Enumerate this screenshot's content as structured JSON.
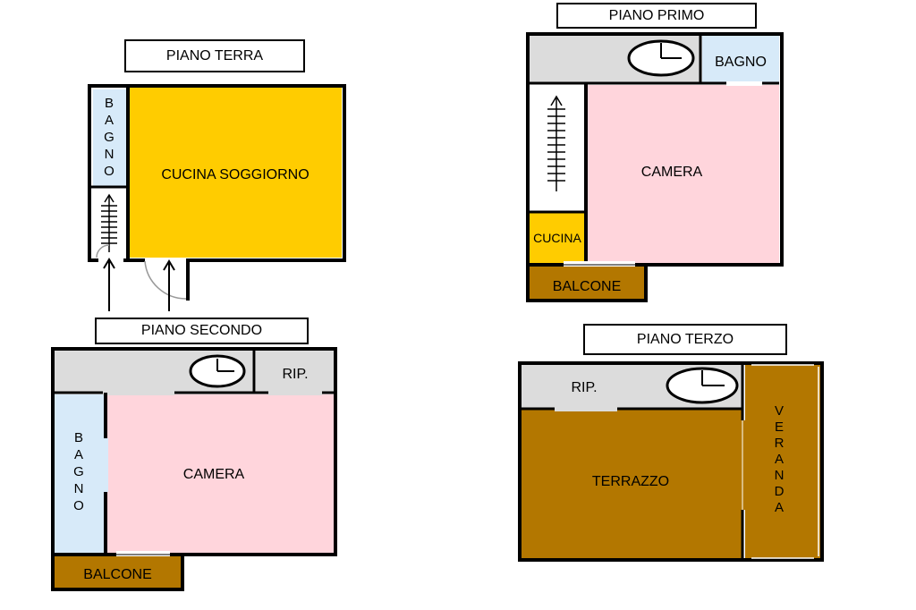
{
  "floors": {
    "terra": {
      "label": "PIANO TERRA",
      "rooms": {
        "bagno": "BAGNO",
        "cucina_soggiorno": "CUCINA SOGGIORNO"
      }
    },
    "primo": {
      "label": "PIANO PRIMO",
      "rooms": {
        "bagno": "BAGNO",
        "camera": "CAMERA",
        "cucina": "CUCINA",
        "balcone": "BALCONE"
      }
    },
    "secondo": {
      "label": "PIANO SECONDO",
      "rooms": {
        "rip": "RIP.",
        "bagno": "BAGNO",
        "camera": "CAMERA",
        "balcone": "BALCONE"
      }
    },
    "terzo": {
      "label": "PIANO TERZO",
      "rooms": {
        "rip": "RIP.",
        "terrazzo": "TERRAZZO",
        "veranda": "VERANDA"
      }
    }
  },
  "colors": {
    "cucina": "#ffcc00",
    "camera": "#ffd5dc",
    "bagno": "#d7eaf9",
    "corridor": "#dcdcdc",
    "balcone": "#b37700",
    "wall": "#000000"
  }
}
